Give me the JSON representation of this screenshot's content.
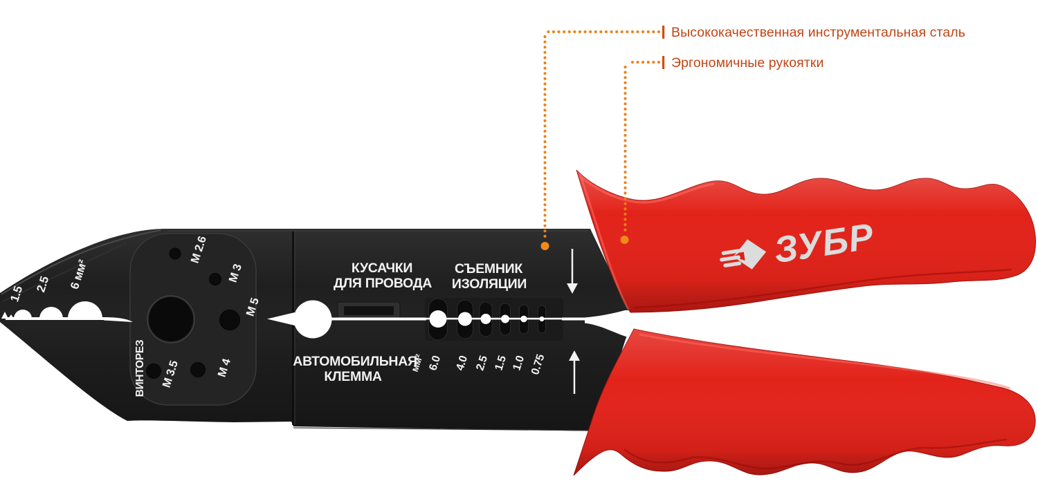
{
  "callouts": {
    "steel": {
      "label": "Высококачественная инструментальная сталь"
    },
    "handles": {
      "label": "Эргономичные рукоятки"
    }
  },
  "markings": {
    "crimp_sizes": [
      "1.5",
      "2.5",
      "6 мм²"
    ],
    "bolt_cutter_title": "ВИНТОРЕЗ",
    "bolt_sizes": [
      "М 2.6",
      "М 3",
      "М 5",
      "М 3.5",
      "М 4"
    ],
    "wire_cutter": {
      "line1": "КУСАЧКИ",
      "line2": "ДЛЯ ПРОВОДА"
    },
    "insulation_stripper": {
      "line1": "СЪЕМНИК",
      "line2": "ИЗОЛЯЦИИ"
    },
    "auto_terminal": {
      "line1": "АВТОМОБИЛЬНАЯ",
      "line2": "КЛЕММА"
    },
    "stripper_unit": "мм²",
    "stripper_sizes": [
      "6.0",
      "4.0",
      "2.5",
      "1.5",
      "1.0",
      "0.75"
    ]
  },
  "brand": {
    "logo_text": "ЗУБР",
    "logo_icon": "zubr-arrow-diamond-icon"
  },
  "colors": {
    "background": "#ffffff",
    "metal_black": "#1f1f1f",
    "handle_red": "#e2231a",
    "leader_orange": "#ee8016",
    "leader_dot": "#f0891c",
    "callout_text": "#c04616",
    "callout_bar": "#cf4d12",
    "label_white": "#f2f2f2",
    "logo_silver": "#dcdcdc"
  }
}
